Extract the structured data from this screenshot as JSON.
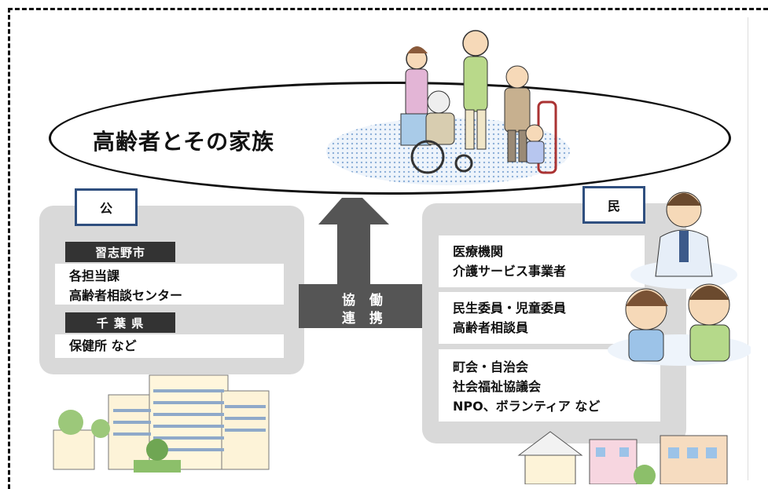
{
  "diagram": {
    "center": {
      "title": "高齢者とその家族"
    },
    "public": {
      "tag": "公",
      "city": {
        "name": "習志野市",
        "items": [
          "各担当課",
          "高齢者相談センター"
        ]
      },
      "prefecture": {
        "name": "千 葉 県",
        "items": [
          "保健所 など"
        ]
      }
    },
    "arrow": {
      "line1": "協 働",
      "line2": "連 携"
    },
    "private": {
      "tag": "民",
      "groups": [
        {
          "items": [
            "医療機関",
            "介護サービス事業者"
          ]
        },
        {
          "items": [
            "民生委員・児童委員",
            "高齢者相談員"
          ]
        },
        {
          "items": [
            "町会・自治会",
            "社会福祉協議会",
            "NPO、ボランティア など"
          ]
        }
      ]
    }
  },
  "colors": {
    "panel": "#d9d9d9",
    "arrow": "#555555",
    "tagBorder": "#2f4f7f",
    "labelBg": "#333333"
  },
  "icons": [
    "family-illustration",
    "city-building-illustration",
    "doctor-illustration",
    "caregiver-illustration",
    "houses-illustration"
  ]
}
